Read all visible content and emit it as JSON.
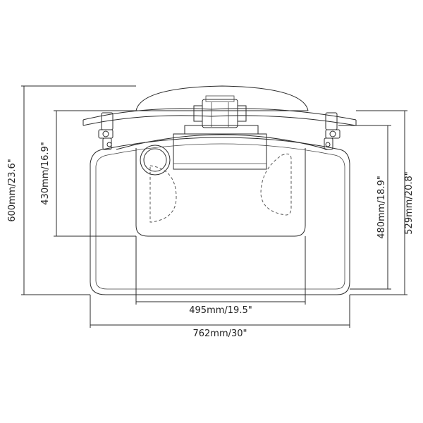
{
  "dimensions": {
    "total_height": "600mm/23.6\"",
    "tray_height": "430mm/16.9\"",
    "inner_height": "480mm/18.9\"",
    "outer_height": "529mm/20.8\"",
    "inner_width": "495mm/19.5\"",
    "total_width": "762mm/30\""
  }
}
